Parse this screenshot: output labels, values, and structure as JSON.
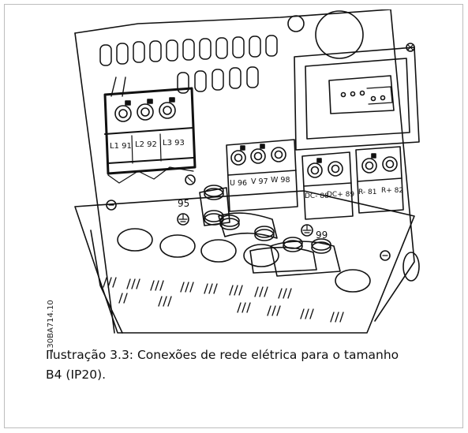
{
  "figure": {
    "code": "130BA714.10",
    "labels": {
      "l1": "L1 91",
      "l2": "L2 92",
      "l3": "L3 93",
      "u": "U 96",
      "v": "V 97",
      "w": "W 98",
      "dcm": "DC- 88",
      "dcp": "DC+ 89",
      "rm": "R- 81",
      "rp": "R+ 82",
      "ground_a": "95",
      "ground_b": "99"
    }
  },
  "caption": {
    "line1": "Ilustração 3.3: Conexões de rede elétrica para o tamanho",
    "line2": "B4 (IP20)."
  }
}
